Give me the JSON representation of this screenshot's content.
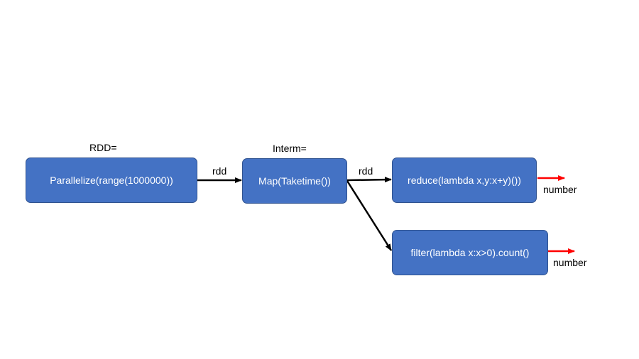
{
  "nodes": {
    "parallelize": "Parallelize(range(1000000))",
    "map": "Map(Taketime())",
    "reduce": "reduce(lambda x,y:x+y)())",
    "filter": "filter(lambda x:x>0).count()"
  },
  "annotations": {
    "rdd_assign": "RDD=",
    "interm_assign": "Interm="
  },
  "edge_labels": {
    "parallelize_to_map": "rdd",
    "map_to_reduce": "rdd"
  },
  "outputs": {
    "reduce_output": "number",
    "filter_output": "number"
  },
  "colors": {
    "node_fill": "#4472c4",
    "node_border": "#2f528f",
    "flow_arrow": "#000000",
    "output_arrow": "#ff0000"
  }
}
